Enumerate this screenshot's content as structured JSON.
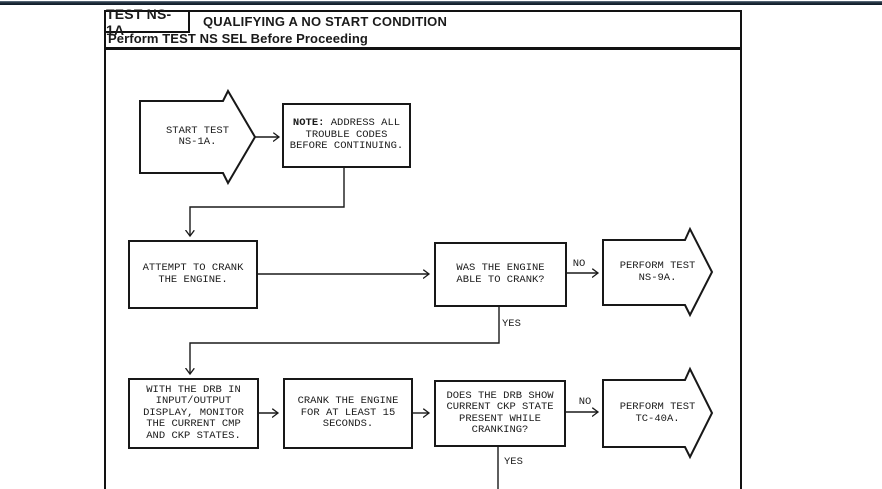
{
  "header": {
    "test_id": "TEST NS-1A",
    "title": "QUALIFYING A NO START CONDITION",
    "subtitle": "Perform TEST NS SEL Before Proceeding"
  },
  "flowchart": {
    "start": {
      "text": "START TEST\nNS-1A."
    },
    "note": {
      "bold_prefix": "NOTE:",
      "text": " ADDRESS ALL\nTROUBLE CODES\nBEFORE CONTINUING."
    },
    "attempt_crank": {
      "text": "ATTEMPT TO CRANK\nTHE ENGINE."
    },
    "was_engine_able": {
      "text": "WAS THE ENGINE\nABLE TO CRANK?"
    },
    "perform_ns9a": {
      "text": "PERFORM TEST\nNS-9A."
    },
    "drb_monitor": {
      "text": "WITH THE DRB IN\nINPUT/OUTPUT\nDISPLAY, MONITOR\nTHE CURRENT CMP\nAND CKP STATES."
    },
    "crank_15_seconds": {
      "text": "CRANK THE ENGINE\nFOR AT LEAST 15\nSECONDS."
    },
    "does_drb_show": {
      "text": "DOES THE DRB SHOW\nCURRENT CKP STATE\nPRESENT WHILE\nCRANKING?"
    },
    "perform_tc40a": {
      "text": "PERFORM TEST\nTC-40A."
    },
    "branch_labels": {
      "was_no": "NO",
      "was_yes": "YES",
      "does_no": "NO",
      "does_yes": "YES"
    }
  },
  "colors": {
    "accent_bar": "#17222e",
    "ink": "#1a1a1a",
    "paper": "#ffffff"
  }
}
